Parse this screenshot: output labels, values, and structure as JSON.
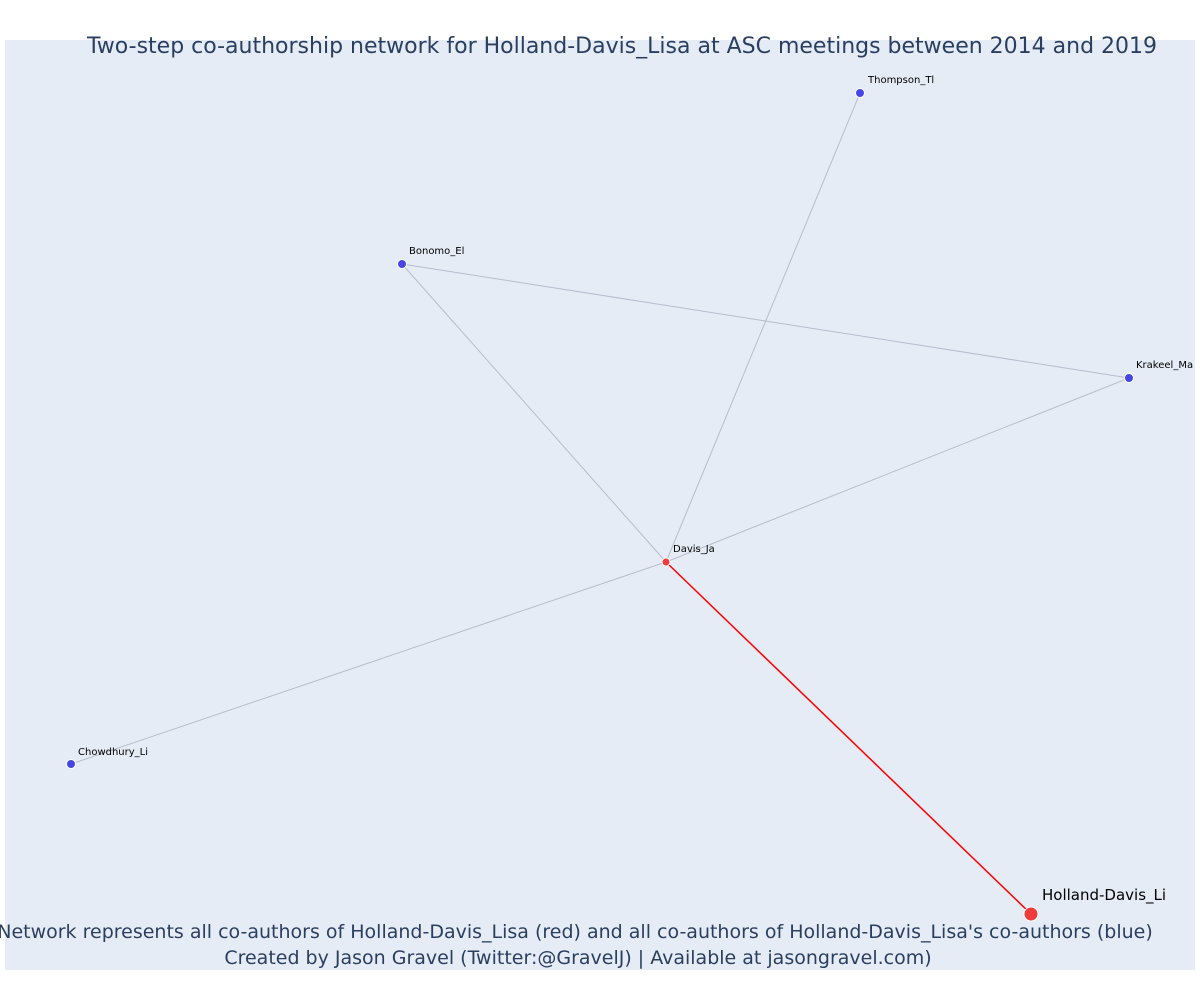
{
  "chart_data": {
    "type": "network",
    "title": "Two-step co-authorship network for Holland-Davis_Lisa at ASC meetings between 2014 and 2019",
    "nodes": [
      {
        "id": "Holland-Davis_Li",
        "label": "Holland-Davis_Li",
        "group": "focal",
        "color": "#ef3b3b"
      },
      {
        "id": "Davis_Ja",
        "label": "Davis_Ja",
        "group": "co-author",
        "color": "#ef3b3b"
      },
      {
        "id": "Thompson_Tl",
        "label": "Thompson_Tl",
        "group": "second-step",
        "color": "#4646e6"
      },
      {
        "id": "Bonomo_El",
        "label": "Bonomo_El",
        "group": "second-step",
        "color": "#4646e6"
      },
      {
        "id": "Krakeel_Ma",
        "label": "Krakeel_Ma",
        "group": "second-step",
        "color": "#4646e6"
      },
      {
        "id": "Chowdhury_Li",
        "label": "Chowdhury_Li",
        "group": "second-step",
        "color": "#4646e6"
      }
    ],
    "edges": [
      {
        "source": "Davis_Ja",
        "target": "Holland-Davis_Li",
        "color": "#ff0000"
      },
      {
        "source": "Davis_Ja",
        "target": "Thompson_Tl",
        "color": "#b8bccc"
      },
      {
        "source": "Davis_Ja",
        "target": "Bonomo_El",
        "color": "#b8bccc"
      },
      {
        "source": "Davis_Ja",
        "target": "Krakeel_Ma",
        "color": "#b8bccc"
      },
      {
        "source": "Davis_Ja",
        "target": "Chowdhury_Li",
        "color": "#b8bccc"
      },
      {
        "source": "Bonomo_El",
        "target": "Krakeel_Ma",
        "color": "#b8bccc"
      }
    ],
    "captions": [
      "Network represents all co-authors of Holland-Davis_Lisa (red) and all co-authors of Holland-Davis_Lisa's co-authors (blue)",
      "Created by Jason Gravel (Twitter:@GravelJ) | Available at jasongravel.com)"
    ],
    "background_color": "#e5ecf6"
  }
}
